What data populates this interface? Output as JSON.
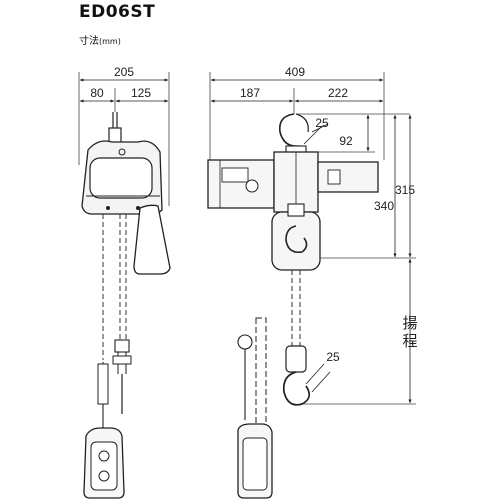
{
  "header": {
    "title": "ED06ST",
    "subtitle_text": "寸法",
    "subtitle_unit": "(mm)"
  },
  "dimensions": {
    "left_total": "205",
    "left_part_a": "80",
    "left_part_b": "125",
    "right_total": "409",
    "right_part_a": "187",
    "right_part_b": "222",
    "hook_opening_top": "25",
    "hook_offset": "92",
    "height_inner": "315",
    "height_outer": "340",
    "hook_opening_bottom": "25"
  },
  "lift_label": {
    "char1": "揚",
    "char2": "程"
  }
}
